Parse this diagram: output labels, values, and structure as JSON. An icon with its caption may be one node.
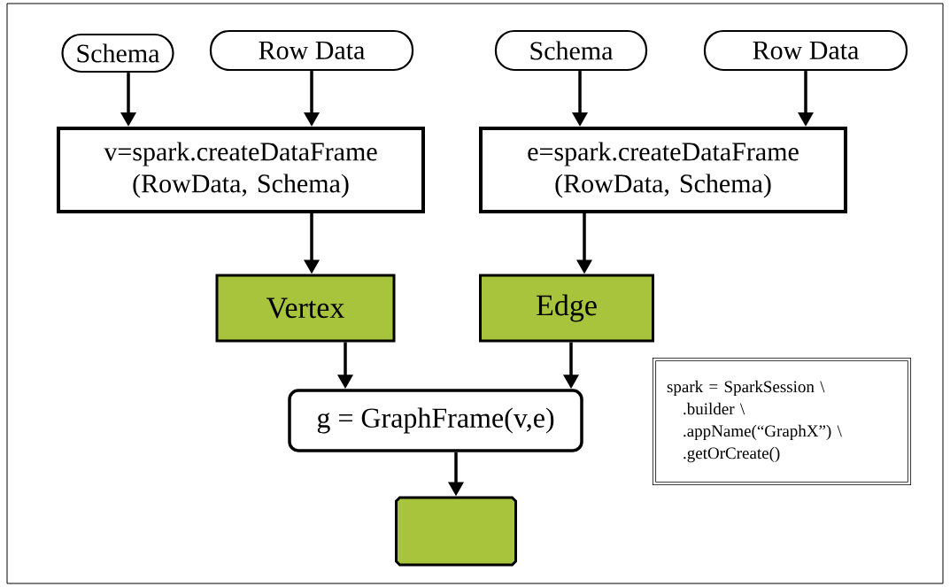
{
  "diagram": {
    "nodes": [
      {
        "text": [
          "Schema"
        ]
      },
      {
        "text": [
          "Row Data"
        ]
      },
      {
        "text": [
          "Schema"
        ]
      },
      {
        "text": [
          "Row Data"
        ]
      },
      {
        "text": [
          "v=spark.createDataFrame (RowData, Schema)"
        ]
      },
      {
        "text": [
          "e=spark.createDataFrame (RowData, Schema)"
        ]
      },
      {
        "text": [
          "Vertex"
        ]
      },
      {
        "text": [
          "Edge"
        ]
      },
      {
        "text": [
          "g = GraphFrame(v,e)"
        ]
      },
      {
        "text": [],
        "shape": "octagon"
      },
      {
        "text": [
          "spark = SparkSession \\",
          ".builder \\",
          ".appName(“GraphX”) \\",
          ".getOrCreate()"
        ]
      }
    ],
    "edges": [
      {
        "from": 0,
        "to": 4,
        "arrow": "to"
      },
      {
        "from": 1,
        "to": 4,
        "arrow": "to"
      },
      {
        "from": 2,
        "to": 5,
        "arrow": "to"
      },
      {
        "from": 3,
        "to": 5,
        "arrow": "to"
      },
      {
        "from": 4,
        "to": 6,
        "arrow": "to"
      },
      {
        "from": 5,
        "to": 7,
        "arrow": "to"
      },
      {
        "from": 6,
        "to": 8,
        "arrow": "to"
      },
      {
        "from": 7,
        "to": 8,
        "arrow": "to"
      },
      {
        "from": 8,
        "to": 9,
        "arrow": "to"
      }
    ]
  }
}
